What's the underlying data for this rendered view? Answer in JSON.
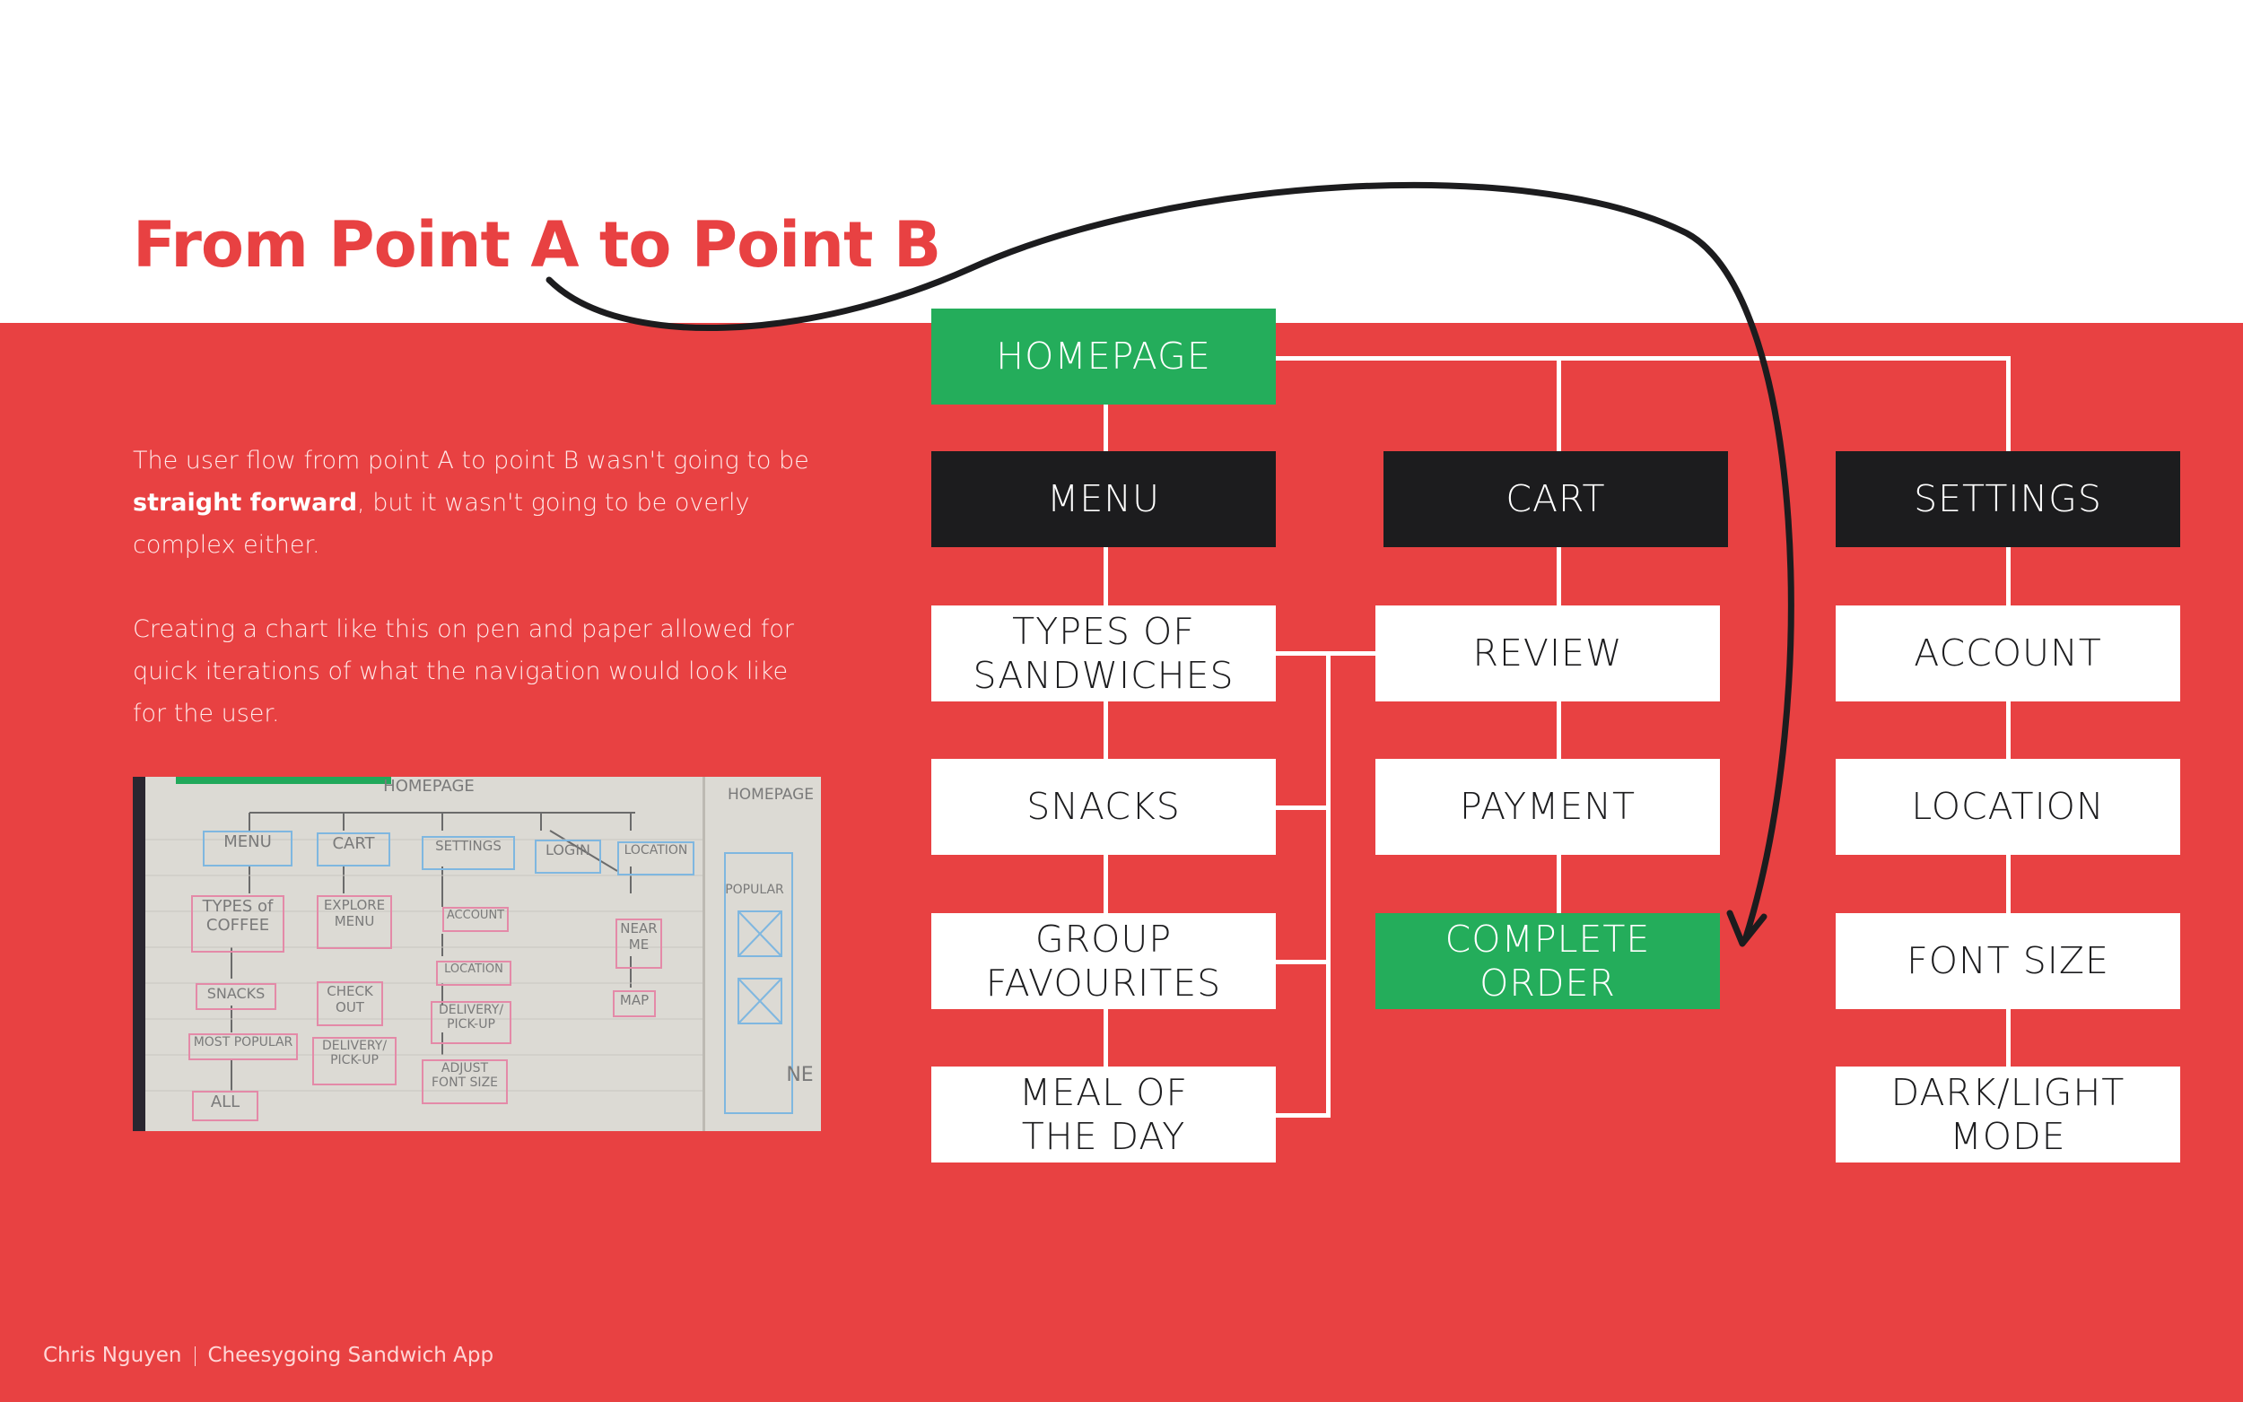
{
  "title": "From Point A to Point B",
  "intro": {
    "p1_before": "The user flow from point A to point B wasn't going to be ",
    "p1_bold": "straight forward",
    "p1_after": ", but it wasn't going to be overly complex either.",
    "p2": "Creating a chart like this on pen and paper allowed for quick iterations of what the navigation would look like for the user."
  },
  "sketch": {
    "homepage": "HOMEPAGE",
    "homepage2": "HOMEPAGE",
    "menu": "MENU",
    "cart": "CART",
    "settings": "SETTINGS",
    "login": "LOGIN",
    "location": "LOCATION",
    "types_of_coffee": "TYPES of COFFEE",
    "explore_menu": "EXPLORE MENU",
    "account": "ACCOUNT",
    "near_me": "NEAR ME",
    "snacks": "SNACKS",
    "check_out": "CHECK OUT",
    "location2": "LOCATION",
    "map": "MAP",
    "most_popular": "MOST POPULAR",
    "delivery_pickup": "DELIVERY/ PICK-UP",
    "delivery_pickup2": "DELIVERY/ PICK-UP",
    "adjust_font": "ADJUST FONT SIZE",
    "all": "ALL",
    "popular": "POPULAR",
    "new": "NE"
  },
  "diagram": {
    "homepage": "HOMEPAGE",
    "menu": "MENU",
    "cart": "CART",
    "settings": "SETTINGS",
    "types_of_sandwiches": "TYPES OF\nSANDWICHES",
    "snacks": "SNACKS",
    "group_favourites": "GROUP\nFAVOURITES",
    "meal_of_the_day": "MEAL OF\nTHE DAY",
    "review": "REVIEW",
    "payment": "PAYMENT",
    "complete_order": "COMPLETE\nORDER",
    "account": "ACCOUNT",
    "location": "LOCATION",
    "font_size": "FONT SIZE",
    "dark_light_mode": "DARK/LIGHT\nMODE"
  },
  "footer": {
    "author": "Chris Nguyen",
    "project": "Cheesygoing Sandwich App"
  },
  "colors": {
    "brand_red": "#e84142",
    "highlight_green": "#24ad5b",
    "dark": "#1c1c1e"
  }
}
